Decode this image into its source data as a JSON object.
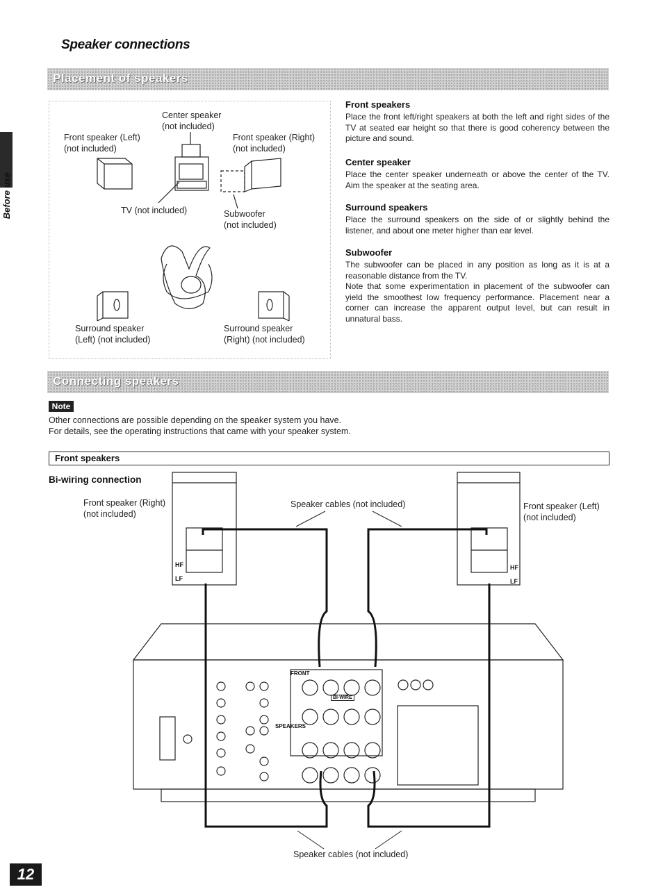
{
  "page": {
    "title": "Speaker connections",
    "side_label": "Before use",
    "page_number": "12"
  },
  "placement": {
    "band_label": "Placement of speakers",
    "labels": {
      "center": "Center speaker\n(not included)",
      "front_left": "Front speaker (Left)\n(not included)",
      "front_right": "Front speaker (Right)\n(not included)",
      "tv": "TV (not included)",
      "subwoofer": "Subwoofer\n(not included)",
      "surround_left": "Surround speaker\n(Left) (not included)",
      "surround_right": "Surround speaker\n(Right) (not included)"
    },
    "sections": [
      {
        "heading": "Front speakers",
        "body": "Place the front left/right speakers at both the left and right sides of the TV at seated ear height so that there is good coherency between the picture and sound."
      },
      {
        "heading": "Center speaker",
        "body": "Place the center speaker underneath or above the center of the TV. Aim the speaker at the seating area."
      },
      {
        "heading": "Surround speakers",
        "body": "Place the surround speakers on the side of or slightly behind the listener, and about one meter higher than ear level."
      },
      {
        "heading": "Subwoofer",
        "body": "The subwoofer can be placed in any position as long as it is at a reasonable distance from the TV.\nNote that some experimentation in placement of the subwoofer can yield the smoothest low frequency performance. Placement near a corner can increase the apparent output level, but can result in unnatural bass."
      }
    ]
  },
  "connecting": {
    "band_label": "Connecting speakers",
    "note_badge": "Note",
    "note_lines": [
      "Other connections are possible depending on the speaker system you have.",
      "For details, see the operating instructions that came with your speaker system."
    ],
    "subsection": "Front speakers",
    "biwiring_heading": "Bi-wiring connection",
    "labels": {
      "front_right": "Front speaker (Right)\n(not included)",
      "front_left": "Front speaker (Left)\n(not included)",
      "cables_top": "Speaker cables (not included)",
      "cables_bottom": "Speaker cables (not included)",
      "hf": "HF",
      "lf": "LF",
      "speakers": "SPEAKERS",
      "front": "FRONT",
      "bi_wire": "BI-WIRE"
    }
  }
}
